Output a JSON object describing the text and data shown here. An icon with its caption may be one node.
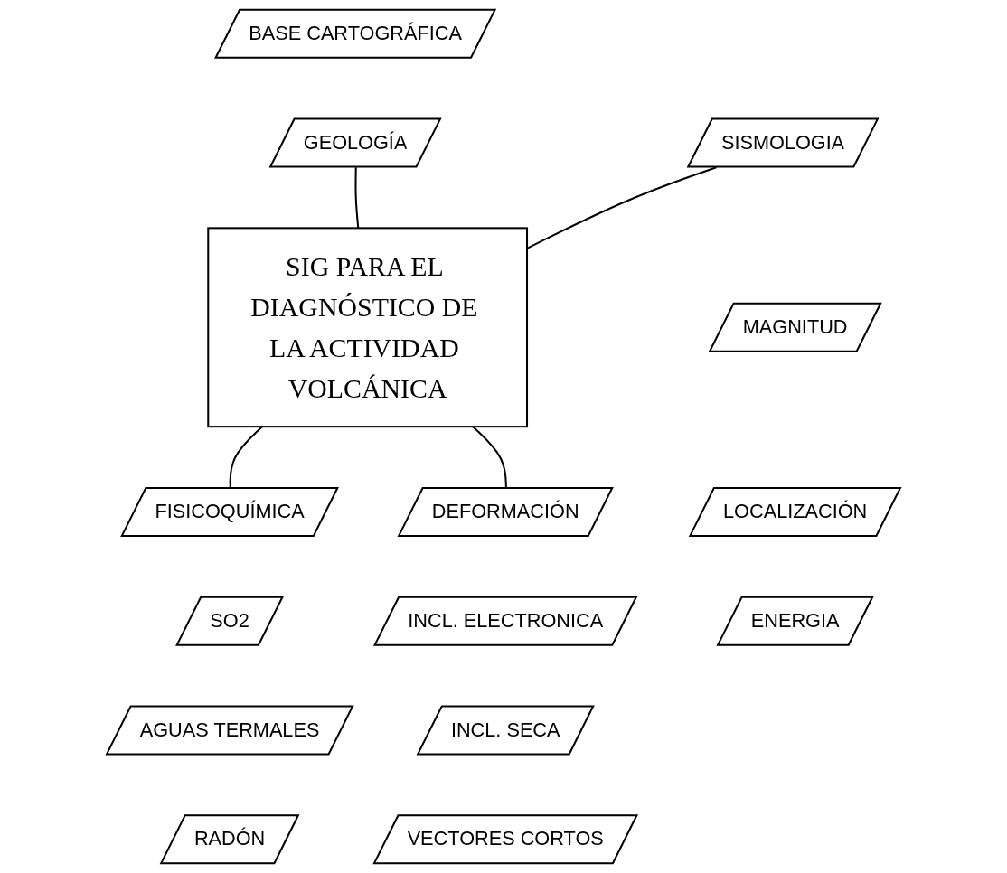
{
  "diagram": {
    "nodes": [
      {
        "text": [
          "BASE CARTOGRÁFICA"
        ]
      },
      {
        "text": [
          "GEOLOGÍA"
        ]
      },
      {
        "text": [
          "SISMOLOGIA"
        ]
      },
      {
        "text": [
          "MAGNITUD"
        ]
      },
      {
        "text": [
          "LOCALIZACIÓN"
        ]
      },
      {
        "text": [
          "ENERGIA"
        ]
      },
      {
        "text": [
          "SIG PARA EL DIAGNÓSTICO DE LA ACTIVIDAD VOLCÁNICA"
        ]
      },
      {
        "text": [
          "FISICOQUÍMICA"
        ]
      },
      {
        "text": [
          "SO2"
        ]
      },
      {
        "text": [
          "AGUAS TERMALES"
        ]
      },
      {
        "text": [
          "RADÓN"
        ]
      },
      {
        "text": [
          "DEFORMACIÓN"
        ]
      },
      {
        "text": [
          "INCL. ELECTRONICA"
        ]
      },
      {
        "text": [
          "INCL. SECA"
        ]
      },
      {
        "text": [
          "VECTORES CORTOS"
        ]
      }
    ],
    "edges": [
      {
        "from": 1,
        "to": 6,
        "arrow": "none"
      },
      {
        "from": 2,
        "to": 6,
        "arrow": "none"
      },
      {
        "from": 6,
        "to": 7,
        "arrow": "none"
      },
      {
        "from": 6,
        "to": 11,
        "arrow": "none"
      }
    ]
  }
}
